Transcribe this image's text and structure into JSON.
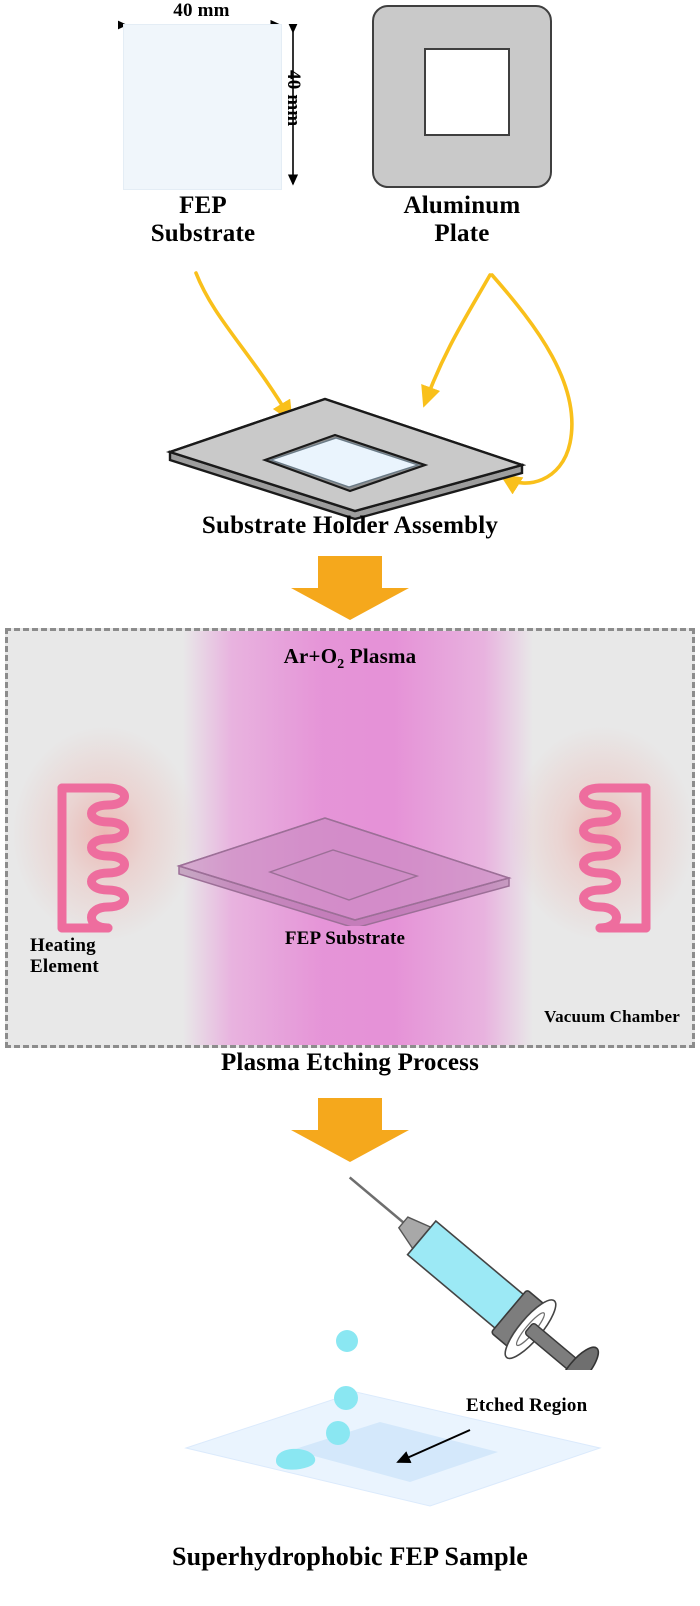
{
  "figure": {
    "title": "Plasma etching process flow for superhydrophobic FEP sample fabrication",
    "background_color": "#ffffff",
    "accent_arrow_color": "#F5A81C",
    "plasma_color": "#E58DD6",
    "heater_color": "#EE6D9E",
    "droplet_color": "#8AE7F2"
  },
  "top_row": {
    "fep": {
      "label": "FEP\nSubstrate",
      "width_dimension": "40 mm",
      "height_dimension": "40 mm",
      "fill_color": "#f0f6fb"
    },
    "aluminum": {
      "label": "Aluminum\nPlate",
      "fill_color": "#c9c9c9",
      "aperture_color": "#ffffff"
    }
  },
  "assembly": {
    "label": "Substrate Holder Assembly",
    "plate_color": "#c9c9c9",
    "window_color": "#eaf4fd"
  },
  "chamber": {
    "plasma_label": "Ar+O₂ Plasma",
    "plasma_label_main": "Ar+O",
    "plasma_label_sub": "2",
    "plasma_label_tail": " Plasma",
    "substrate_label": "FEP Substrate",
    "heater_label": "Heating\nElement",
    "chamber_label": "Vacuum Chamber",
    "process_label": "Plasma Etching Process",
    "background_color": "#e8e8e8",
    "border_style": "dashed"
  },
  "bottom": {
    "etched_label": "Etched Region",
    "final_label": "Superhydrophobic FEP Sample",
    "syringe": {
      "barrel_color": "#9CE9F5",
      "plunger_color": "#7a7a7a",
      "needle_color": "#6e6e6e"
    },
    "droplet_count": 4,
    "surface_color": "#eaf4fe"
  },
  "icons": {
    "down_arrow_1": "down-block-arrow-icon",
    "down_arrow_2": "down-block-arrow-icon",
    "pointer_arrow": "pointer-arrow-icon"
  }
}
